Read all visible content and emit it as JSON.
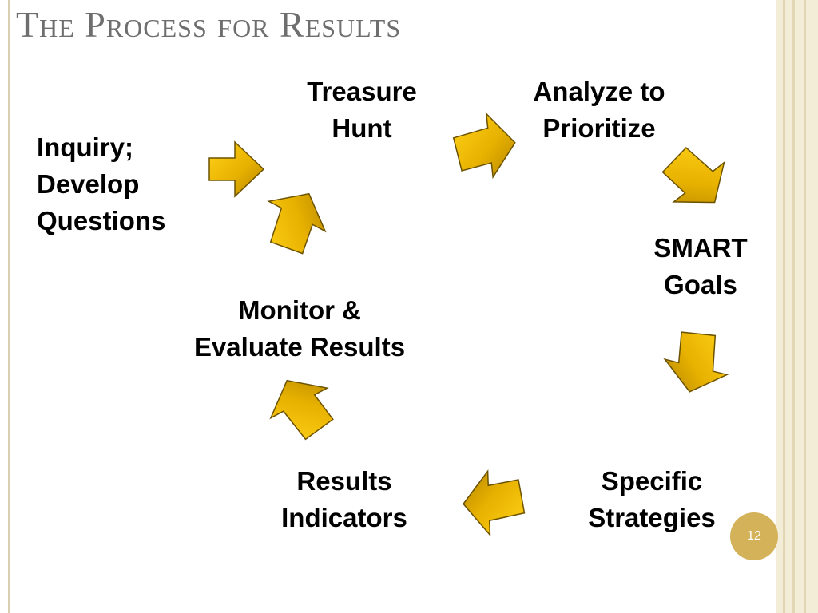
{
  "slide": {
    "title": "The Process for Results",
    "page_number": "12"
  },
  "steps": {
    "inquiry": [
      "Inquiry;",
      "Develop",
      "Questions"
    ],
    "treasure_hunt": [
      "Treasure",
      "Hunt"
    ],
    "analyze": [
      "Analyze to",
      "Prioritize"
    ],
    "smart_goals": [
      "SMART",
      "Goals"
    ],
    "strategies": [
      "Specific",
      "Strategies"
    ],
    "indicators": [
      "Results",
      "Indicators"
    ],
    "monitor": [
      "Monitor &",
      "Evaluate Results"
    ]
  },
  "colors": {
    "arrow_light": "#ffd21a",
    "arrow_dark": "#b38500",
    "arrow_stroke": "#6b5200"
  }
}
